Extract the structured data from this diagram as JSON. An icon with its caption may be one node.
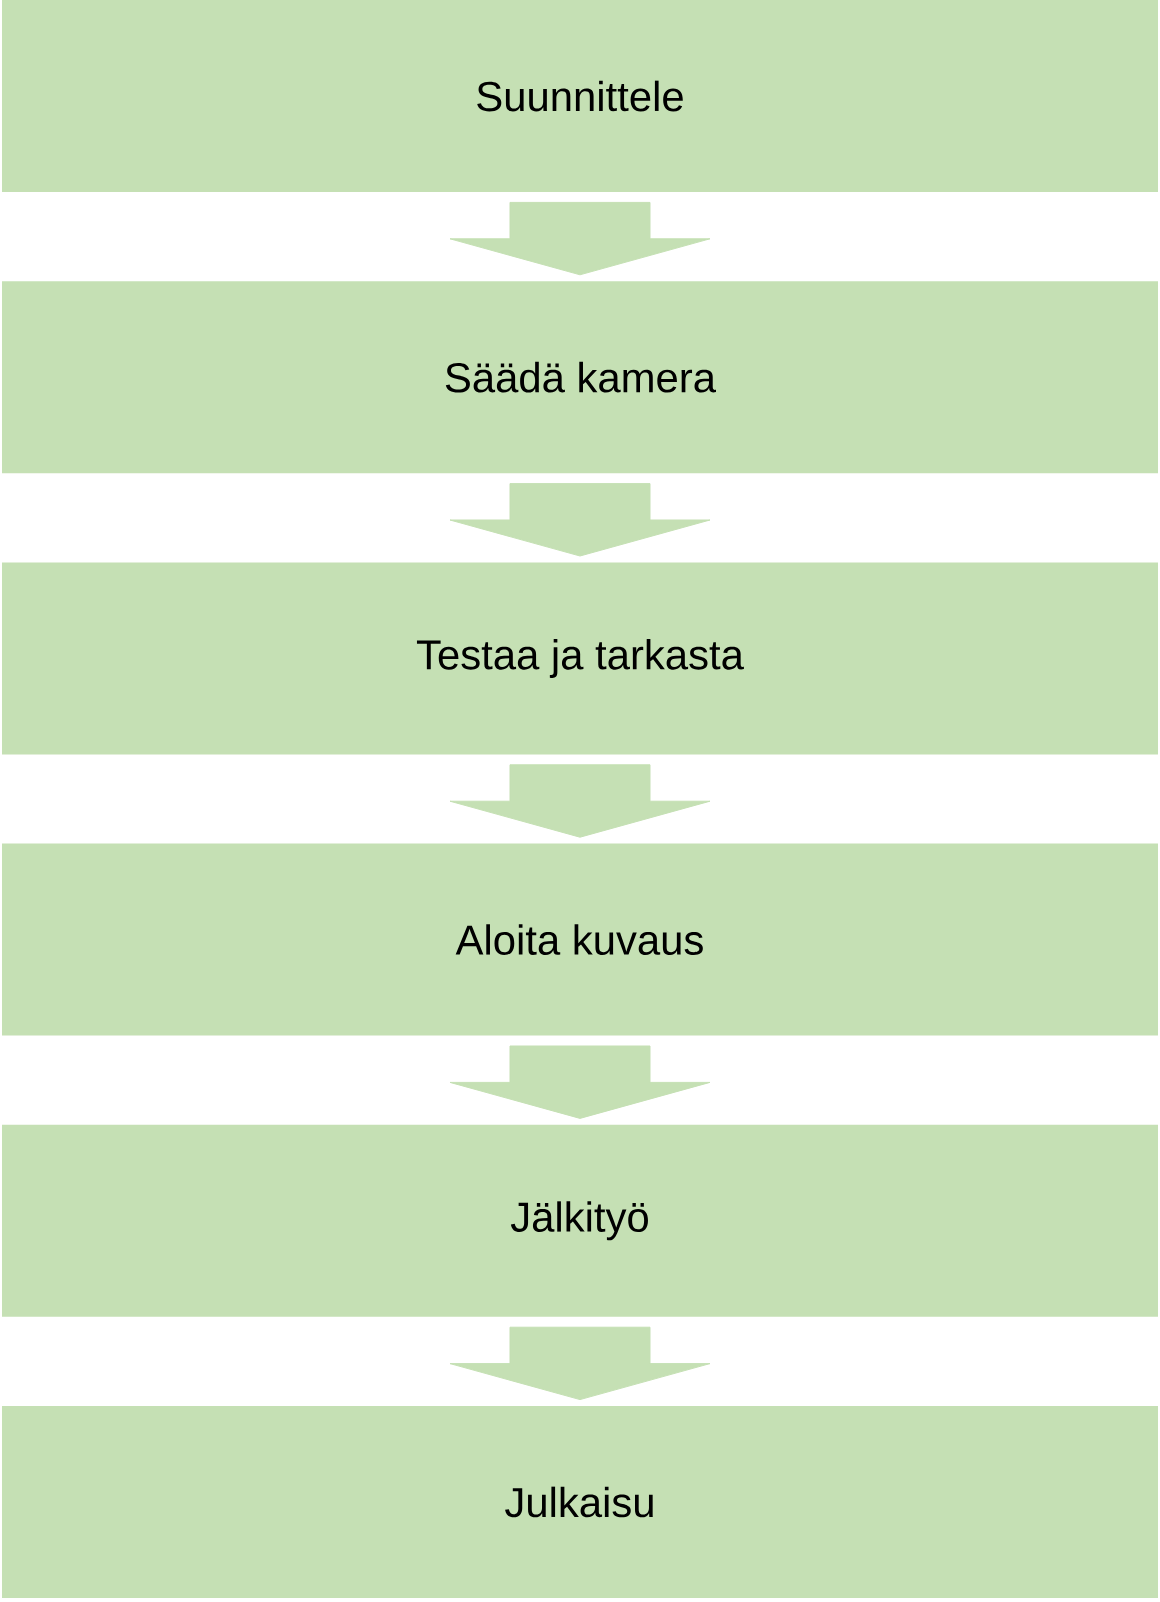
{
  "diagram": {
    "nodes": [
      {
        "text": [
          "Suunnittele"
        ]
      },
      {
        "text": [
          "Säädä kamera"
        ]
      },
      {
        "text": [
          "Testaa ja tarkasta"
        ]
      },
      {
        "text": [
          "Aloita kuvaus"
        ]
      },
      {
        "text": [
          "Jälkityö"
        ]
      },
      {
        "text": [
          "Julkaisu"
        ]
      }
    ],
    "edges": [
      {
        "from": 0,
        "to": 1,
        "arrow": "to"
      },
      {
        "from": 1,
        "to": 2,
        "arrow": "to"
      },
      {
        "from": 2,
        "to": 3,
        "arrow": "to"
      },
      {
        "from": 3,
        "to": 4,
        "arrow": "to"
      },
      {
        "from": 4,
        "to": 5,
        "arrow": "to"
      }
    ]
  }
}
